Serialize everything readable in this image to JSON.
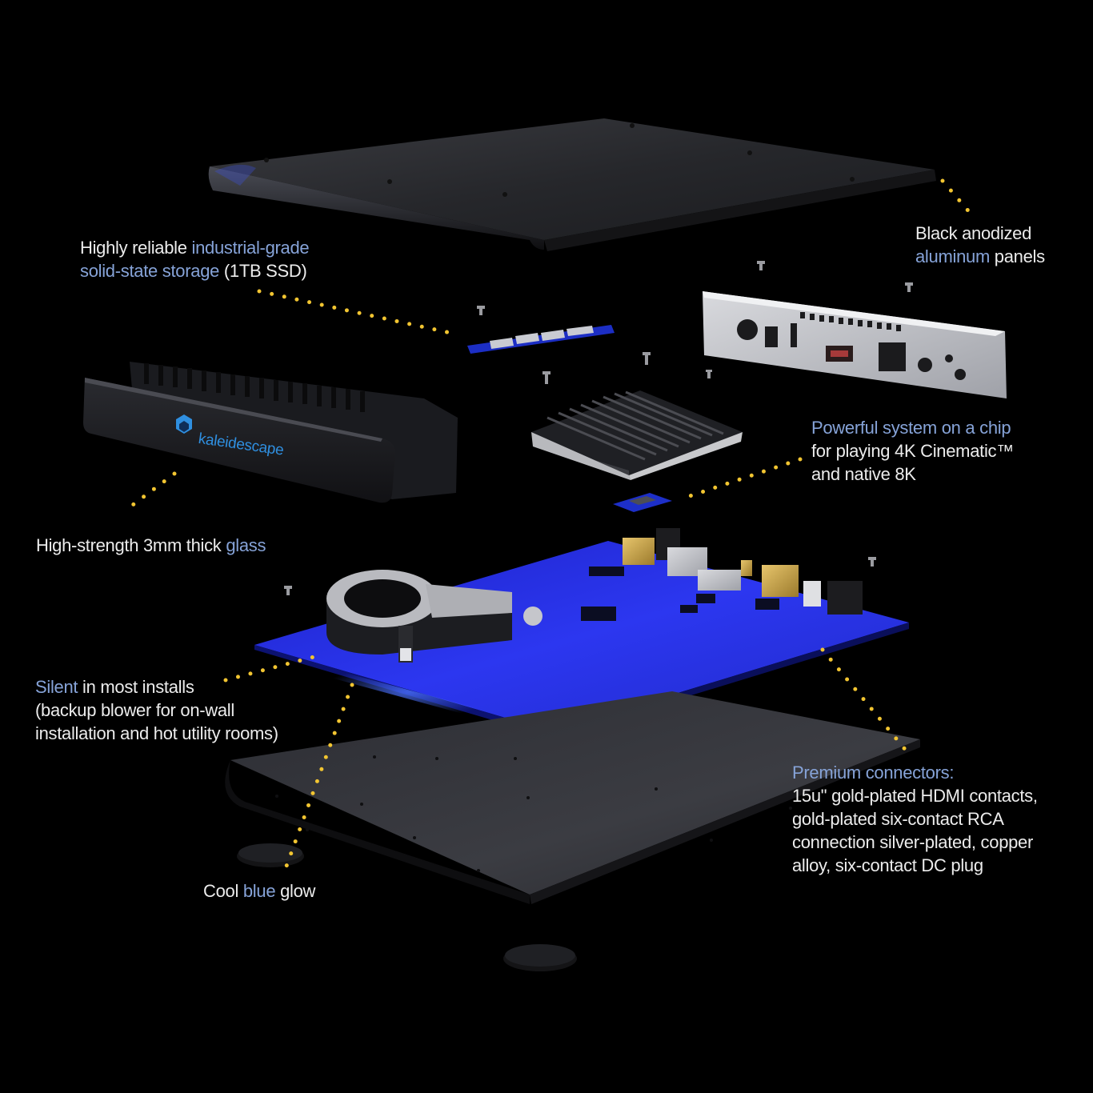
{
  "colors": {
    "background": "#000000",
    "text": "#ececec",
    "highlight": "#86a3d8",
    "callout_dots": "#f2c531",
    "pcb_blue": "#2a34e8",
    "logo_blue": "#2f8fe0",
    "panel_dark": "#222328"
  },
  "brand": {
    "logo_text": "kaleidescape"
  },
  "callouts": {
    "top_panel": {
      "line1": {
        "a": "Black anodized"
      },
      "line2": {
        "hl": "aluminum",
        "b": " panels"
      }
    },
    "ssd": {
      "line1": {
        "a": "Highly reliable ",
        "hl": "industrial-grade"
      },
      "line2": {
        "hl": "solid-state storage",
        "b": " (1TB SSD)"
      }
    },
    "soc": {
      "line1": {
        "hl": "Powerful system on a chip"
      },
      "line2": {
        "a": "for playing 4K Cinematic™"
      },
      "line3": {
        "a": "and native 8K"
      }
    },
    "glass": {
      "line1": {
        "a": "High-strength 3mm thick ",
        "hl": "glass"
      }
    },
    "silent": {
      "line1": {
        "hl": "Silent",
        "b": " in most installs"
      },
      "line2": {
        "a": "(backup blower for on-wall"
      },
      "line3": {
        "a": "installation and hot utility rooms)"
      }
    },
    "connectors": {
      "line1": {
        "hl": "Premium connectors:"
      },
      "line2": {
        "a": "15u\" gold-plated HDMI contacts,"
      },
      "line3": {
        "a": "gold-plated six-contact RCA"
      },
      "line4": {
        "a": "connection silver-plated, copper"
      },
      "line5": {
        "a": "alloy, six-contact DC plug"
      }
    },
    "glow": {
      "line1": {
        "a": "Cool ",
        "hl": "blue",
        "b": " glow"
      }
    }
  }
}
